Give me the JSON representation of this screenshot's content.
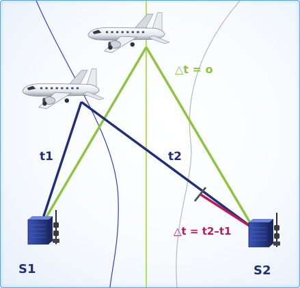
{
  "labels": {
    "t1": "t1",
    "t2": "t2",
    "delta_zero": "△t = o",
    "delta_diff": "△t = t2–t1",
    "s1": "S1",
    "s2": "S2"
  },
  "icons": {
    "aircraft": "airplane-icon",
    "station": "ground-station-icon"
  },
  "colors": {
    "blue_path": "#1f2f7a",
    "green_path": "#8cc63f",
    "red_segment": "#c2185b",
    "hyperbola_blue": "#2f3fd0",
    "hyperbola_gray": "#b8b8b8",
    "center_line": "#b7e05a",
    "station_blue": "#2a3f8f",
    "label_blue": "#1f2f7a",
    "label_green": "#8cc63f",
    "label_red": "#c2185b"
  }
}
